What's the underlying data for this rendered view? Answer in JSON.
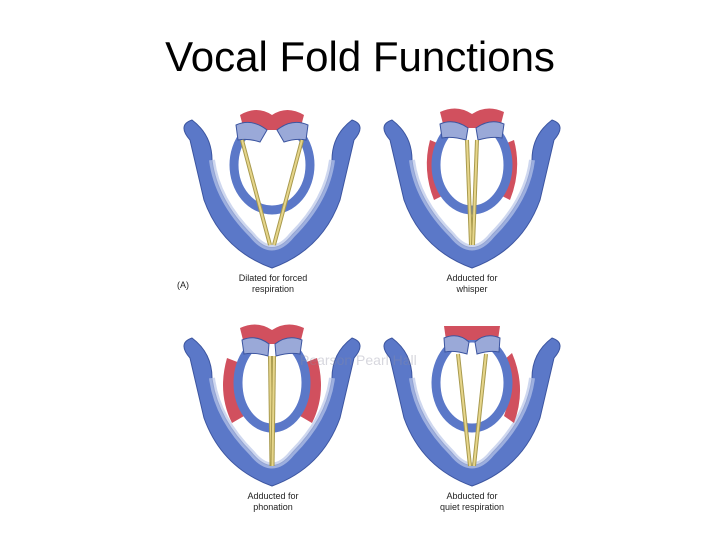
{
  "title": "Vocal Fold Functions",
  "figure_label": "(A)",
  "watermark": "Pearson Pearl Hall",
  "colors": {
    "cartilage": "#5b78c8",
    "cartilage_light": "#b9c6e8",
    "muscle": "#d1505e",
    "fold": "#e6d58a",
    "fold_edge": "#a89a4e"
  },
  "panels": [
    {
      "id": "dilated",
      "caption_line1": "Dilated for forced",
      "caption_line2": "respiration",
      "fold_state": "wide-open"
    },
    {
      "id": "whisper",
      "caption_line1": "Adducted for",
      "caption_line2": "whisper",
      "fold_state": "nearly-closed"
    },
    {
      "id": "phonation",
      "caption_line1": "Adducted for",
      "caption_line2": "phonation",
      "fold_state": "closed"
    },
    {
      "id": "quiet",
      "caption_line1": "Abducted for",
      "caption_line2": "quiet respiration",
      "fold_state": "slightly-open"
    }
  ]
}
